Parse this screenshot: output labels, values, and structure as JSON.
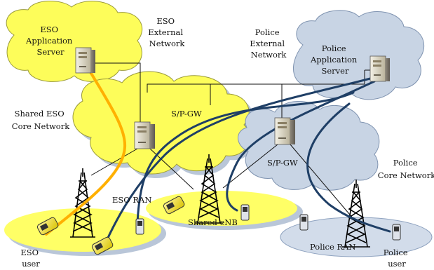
{
  "labels": {
    "eso_app_server": [
      "ESO",
      "Application",
      "Server"
    ],
    "eso_external_network": [
      "ESO",
      "External",
      "Network"
    ],
    "police_external_network": [
      "Police",
      "External",
      "Network"
    ],
    "police_app_server": [
      "Police",
      "Application",
      "Server"
    ],
    "shared_eso_core": [
      "Shared ESO",
      "Core Network"
    ],
    "eso_spgw": "S/P-GW",
    "police_spgw": "S/P-GW",
    "police_core": [
      "Police",
      "Core Network"
    ],
    "eso_ran": "ESO RAN",
    "shared_enb": "Shared eNB",
    "police_ran": "Police RAN",
    "eso_user": [
      "ESO",
      "user"
    ],
    "police_user": [
      "Police",
      "user"
    ]
  },
  "colors": {
    "eso_cloud": "#fdfd5a",
    "police_cloud": "#c8d4e4",
    "eso_ellipse": "#ffff66",
    "police_ellipse": "#d2dcea",
    "eso_path": "#ffb000",
    "police_path": "#1f3f66",
    "wire": "#111111"
  }
}
